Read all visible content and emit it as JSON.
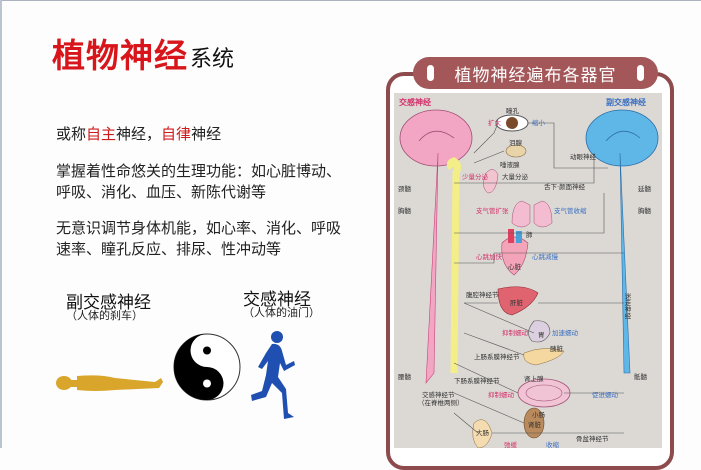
{
  "slide": {
    "title": {
      "emphasis": "植物神经",
      "rest": "系统"
    },
    "paragraphs": {
      "p1": {
        "prefix": "或称",
        "red1": "自主",
        "mid": "神经，",
        "red2": "自律",
        "suffix": "神经"
      },
      "p2": "掌握着性命悠关的生理功能：如心脏博动、呼吸、消化、血压、新陈代谢等",
      "p3": "无意识调节身体机能，如心率、消化、呼吸速率、瞳孔反应、排尿、性冲动等"
    },
    "parasympathetic": {
      "title": "副交感神经",
      "subtitle": "（人体的刹车）"
    },
    "sympathetic": {
      "title": "交感神经",
      "subtitle": "（人体的油门）"
    },
    "colors": {
      "title_red": "#d7151a",
      "frame": "#8e4b4e",
      "banner": "#a45759",
      "lying_person": "#d9a52a",
      "runner": "#1f4fb0",
      "sympathetic_pink": "#f2a6c4",
      "parasympathetic_blue": "#5fb7e8",
      "ganglion_yellow": "#f4ee88"
    }
  },
  "diagram": {
    "banner_title": "植物神经遍布各器官",
    "left_header": "交感神经",
    "right_header": "副交感神经",
    "labels": {
      "pupil": "瞳孔",
      "dilate": "扩大",
      "constrict": "缩小",
      "lacrimal": "泪腺",
      "salivary": "唾液腺",
      "less_secretion": "少量分泌",
      "more_secretion": "大量分泌",
      "cervical": "颈髓",
      "thoracic": "胸髓",
      "vagus_top": "舌下·颜面神经",
      "oculomotor": "动眼神经",
      "medulla": "延髓",
      "bronchi_dilate": "支气管扩张",
      "bronchi_constrict": "支气管收缩",
      "lung": "肺",
      "heart_fast": "心跳加快",
      "heart_slow": "心跳减慢",
      "heart": "心脏",
      "celiac": "腹腔神经节",
      "liver": "肝脏",
      "vagus": "迷走神经",
      "inhibit_motility": "抑制蠕动",
      "promote_motility": "加速蠕动",
      "stomach": "胃",
      "pancreas": "胰脏",
      "superior_mesenteric": "上肠系膜神经节",
      "inhibit_peristalsis": "抑制蠕动",
      "promote_peristalsis": "促进蠕动",
      "small_intestine": "小肠",
      "inferior_mesenteric": "下肠系膜神经节",
      "adrenal": "肾上腺",
      "kidney": "肾脏",
      "lumbar": "腰髓",
      "sacral": "骶髓",
      "sympathetic_chain": "交感神经节",
      "chain_note": "（在脊椎两侧）",
      "large_intestine": "大肠",
      "pelvic": "骨盆神经节",
      "bladder": "膀胱",
      "relax": "弛缓",
      "contract": "收缩"
    }
  }
}
